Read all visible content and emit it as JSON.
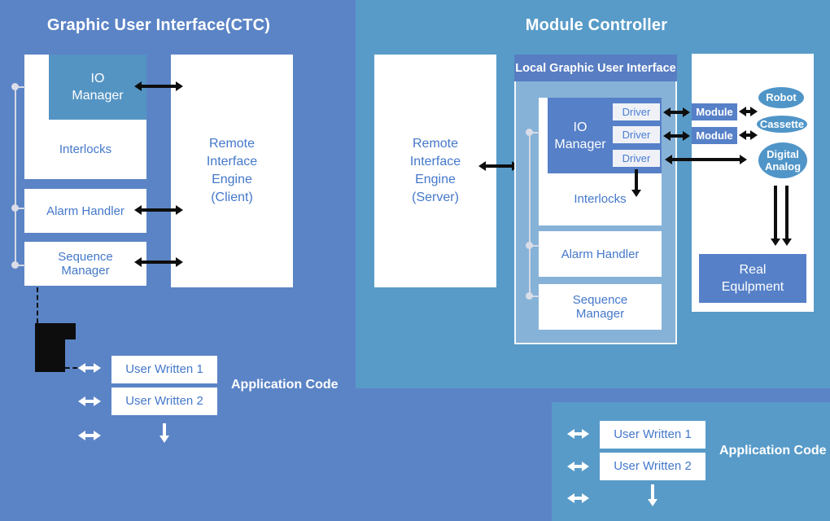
{
  "colors": {
    "background_left": "#5b84c6",
    "panel_teal": "#589bc8",
    "io_manager_left": "#5494c3",
    "blue_box": "#5680c8",
    "lgui_header": "#587dc2",
    "lgui_container": "#86b2d8",
    "ellipse": "#5095c8",
    "driver_fill": "#eff1f7",
    "label_blue": "#4478ca",
    "arrow_black": "#0e0e0e",
    "arrow_white": "#ffffff"
  },
  "left_panel": {
    "title": "Graphic User Interface(CTC)",
    "io_manager": [
      "IO",
      "Manager"
    ],
    "interlocks": "Interlocks",
    "alarm_handler": "Alarm Handler",
    "sequence_manager": [
      "Sequence",
      "Manager"
    ],
    "remote_engine": [
      "Remote",
      "Interface",
      "Engine",
      "(Client)"
    ],
    "user_written_1": "User Written 1",
    "user_written_2": "User Written 2",
    "application_code": "Application Code"
  },
  "right_panel": {
    "title": "Module Controller",
    "remote_engine": [
      "Remote",
      "Interface",
      "Engine",
      "(Server)"
    ],
    "local_gui": {
      "header": "Local Graphic User Interface",
      "io_manager": [
        "IO",
        "Manager"
      ],
      "drivers": [
        "Driver",
        "Driver",
        "Driver"
      ],
      "interlocks": "Interlocks",
      "alarm_handler": "Alarm Handler",
      "sequence_manager": [
        "Sequence",
        "Manager"
      ]
    },
    "equipment": {
      "modules": [
        "Module",
        "Module"
      ],
      "robot": "Robot",
      "cassette": "Cassette",
      "digital_analog": [
        "Digital",
        "Analog"
      ],
      "real_equipment": [
        "Real",
        "Equlpment"
      ]
    },
    "application": {
      "user_written_1": "User Written 1",
      "user_written_2": "User Written 2",
      "application_code": "Application Code"
    }
  }
}
